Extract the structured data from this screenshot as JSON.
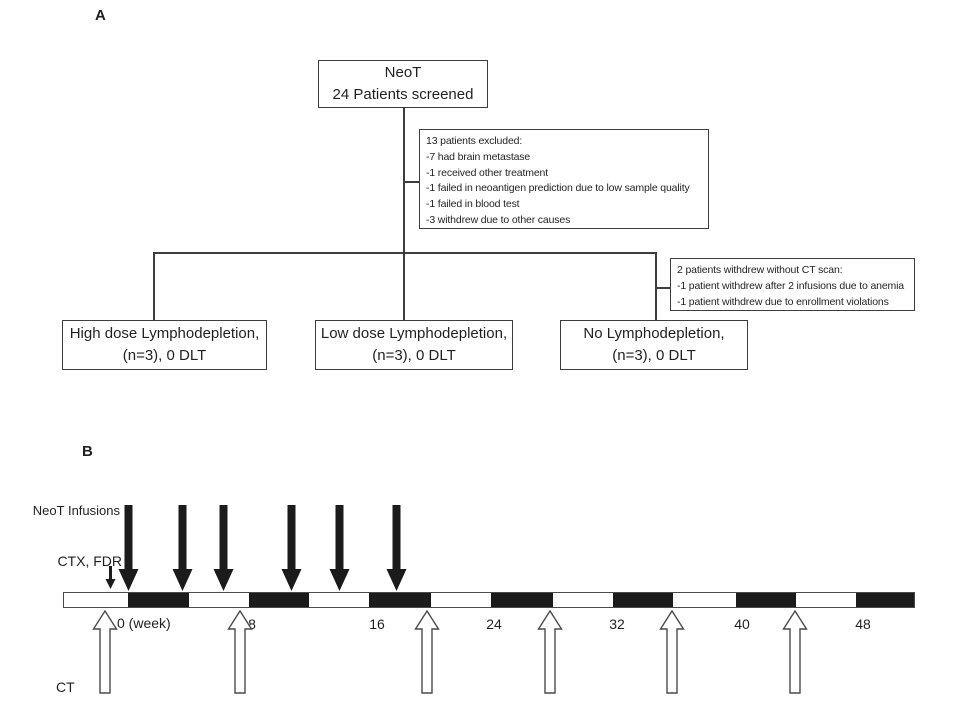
{
  "colors": {
    "ink": "#231f20",
    "line": "#3d3d3d",
    "bar_black": "#1b1b1b"
  },
  "panel_a": {
    "label": "A",
    "top_box": {
      "line1": "NeoT",
      "line2": "24 Patients screened"
    },
    "excluded_box": {
      "lines": [
        "13 patients excluded:",
        "-7 had brain metastase",
        "-1 received other treatment",
        "-1 failed in neoantigen prediction due to low sample quality",
        "-1 failed in blood test",
        "-3 withdrew due to other causes"
      ]
    },
    "withdrew_box": {
      "lines": [
        "2 patients withdrew without CT scan:",
        "-1 patient withdrew after 2 infusions due to anemia",
        "-1 patient withdrew due to enrollment violations"
      ]
    },
    "arm_boxes": [
      {
        "line1": "High dose Lymphodepletion,",
        "line2": "(n=3), 0 DLT"
      },
      {
        "line1": "Low dose Lymphodepletion,",
        "line2": "(n=3), 0 DLT"
      },
      {
        "line1": "No Lymphodepletion,",
        "line2": "(n=3), 0 DLT"
      }
    ]
  },
  "panel_b": {
    "label": "B",
    "infusions_label": "NeoT Infusions",
    "ctx_label": "CTX, FDR",
    "ct_label": "CT",
    "week_zero_label": "0 (week)",
    "week_labels": [
      "8",
      "16",
      "24",
      "32",
      "40",
      "48"
    ]
  }
}
